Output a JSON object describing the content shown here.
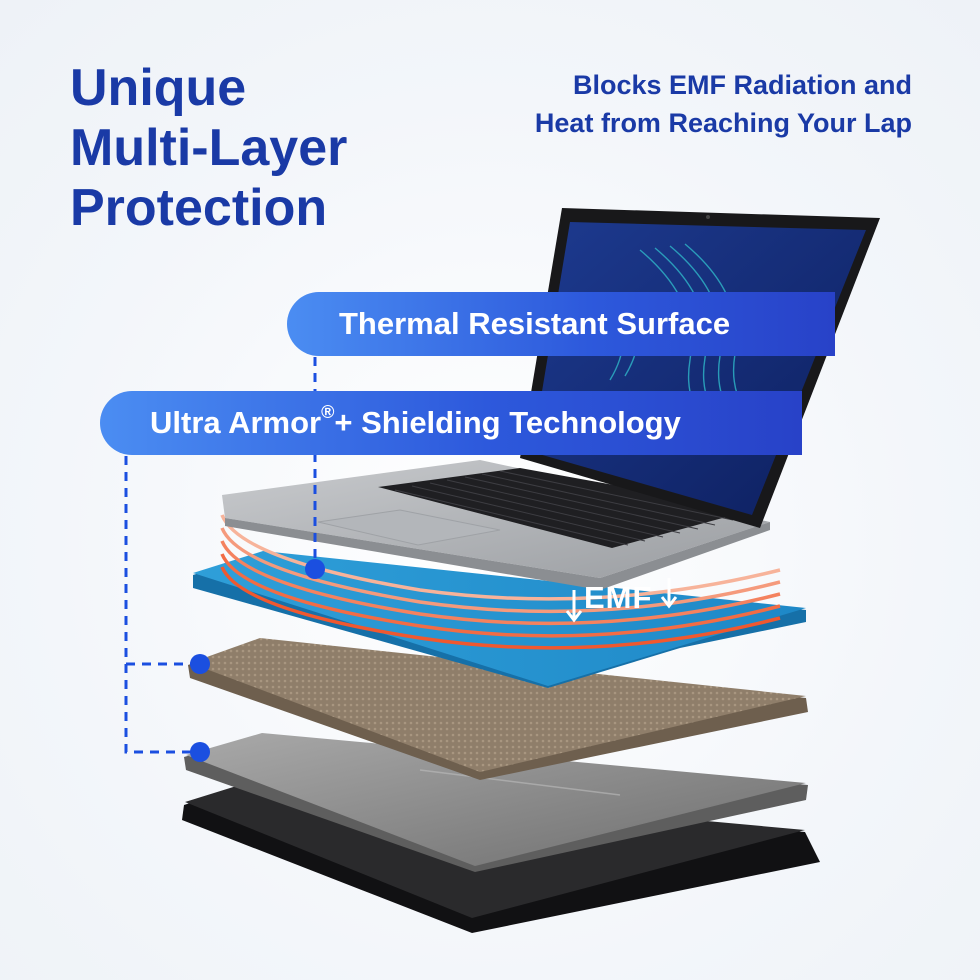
{
  "headline": {
    "line1": "Unique",
    "line2": "Multi-Layer",
    "line3": "Protection"
  },
  "subhead": {
    "line1": "Blocks EMF Radiation and",
    "line2": "Heat from Reaching Your Lap"
  },
  "layers": {
    "thermal_label": "Thermal Resistant Surface",
    "armor_label_main": "Ultra Armor",
    "armor_label_mark": "®",
    "armor_label_rest": "+ Shielding Technology"
  },
  "emf": {
    "label": "EMF"
  },
  "colors": {
    "headline_blue": "#1a3aa6",
    "accent_blue": "#2d59dc",
    "marker_blue": "#1b4fe0",
    "heat_orange": "#f2683a",
    "pad_cyan": "#2aa0d8",
    "mesh_bronze": "#8f7e6a",
    "foil_gray": "#8a8a8a",
    "base_black": "#1c1c1e"
  },
  "icons": {
    "down_arrow": "down-arrow-icon"
  }
}
